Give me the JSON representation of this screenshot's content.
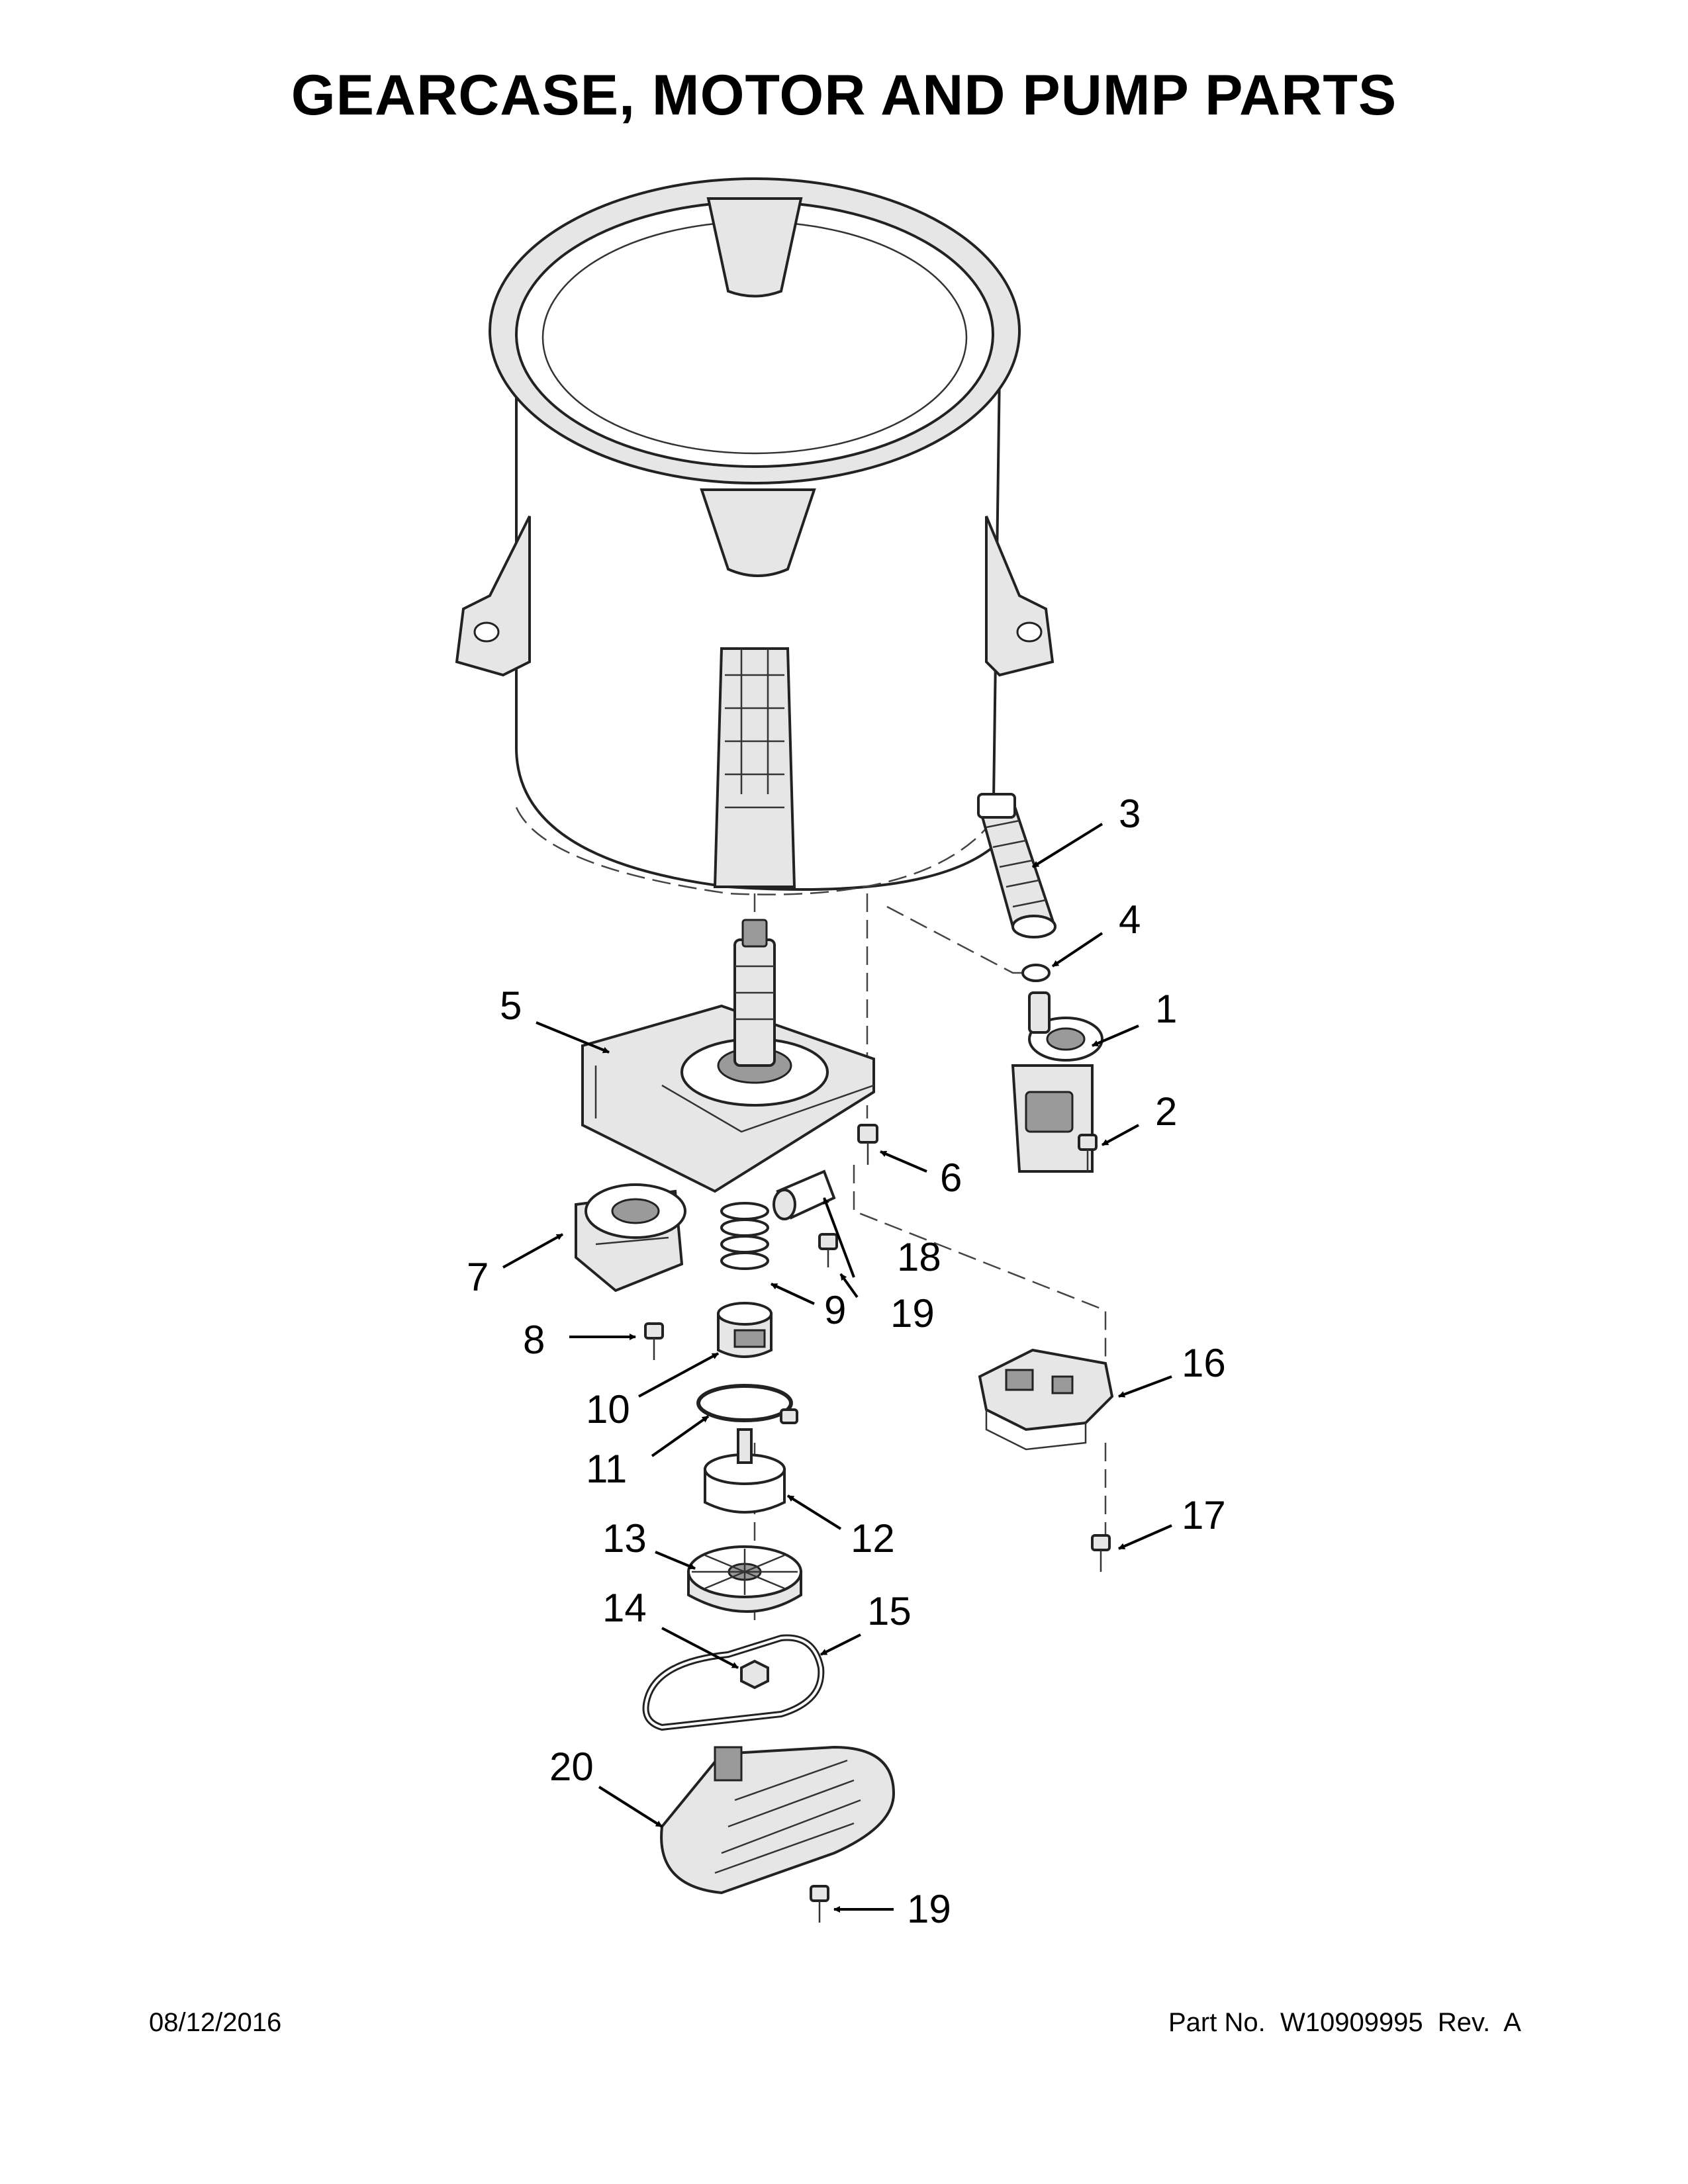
{
  "title": "GEARCASE, MOTOR AND PUMP PARTS",
  "footer": {
    "date": "08/12/2016",
    "part_label": "Part No.",
    "part_number": "W10909995",
    "rev_label": "Rev.",
    "rev": "A"
  },
  "callouts": {
    "c1": "1",
    "c2": "2",
    "c3": "3",
    "c4": "4",
    "c5": "5",
    "c6": "6",
    "c7": "7",
    "c8": "8",
    "c9": "9",
    "c10": "10",
    "c11": "11",
    "c12": "12",
    "c13": "13",
    "c14": "14",
    "c15": "15",
    "c16": "16",
    "c17": "17",
    "c18": "18",
    "c19a": "19",
    "c19b": "19",
    "c20": "20"
  }
}
